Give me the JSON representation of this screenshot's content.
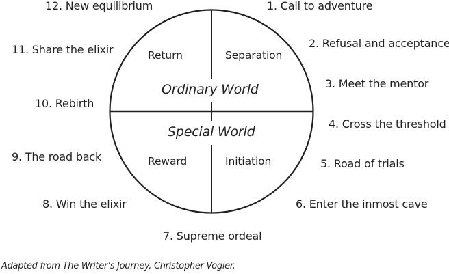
{
  "diagram": {
    "title": "Hero's Journey",
    "line_color": "#231f20",
    "text_color": "#231f20",
    "background_color": "#ffffff",
    "worlds": {
      "top": "Ordinary World",
      "bottom": "Special World"
    },
    "quadrants": {
      "top_left": "Return",
      "top_right": "Separation",
      "bottom_left": "Reward",
      "bottom_right": "Initiation"
    },
    "stages": [
      {
        "number": 1,
        "label": "1. Call to adventure"
      },
      {
        "number": 2,
        "label": "2. Refusal and acceptance"
      },
      {
        "number": 3,
        "label": "3. Meet the mentor"
      },
      {
        "number": 4,
        "label": "4. Cross the threshold"
      },
      {
        "number": 5,
        "label": "5. Road of trials"
      },
      {
        "number": 6,
        "label": "6. Enter the inmost cave"
      },
      {
        "number": 7,
        "label": "7. Supreme ordeal"
      },
      {
        "number": 8,
        "label": "8. Win the elixir"
      },
      {
        "number": 9,
        "label": "9. The road back"
      },
      {
        "number": 10,
        "label": "10. Rebirth"
      },
      {
        "number": 11,
        "label": "11. Share the elixir"
      },
      {
        "number": 12,
        "label": "12. New equilibrium"
      }
    ],
    "caption": "Adapted from The Writer’s Journey, Christopher Vogler."
  }
}
